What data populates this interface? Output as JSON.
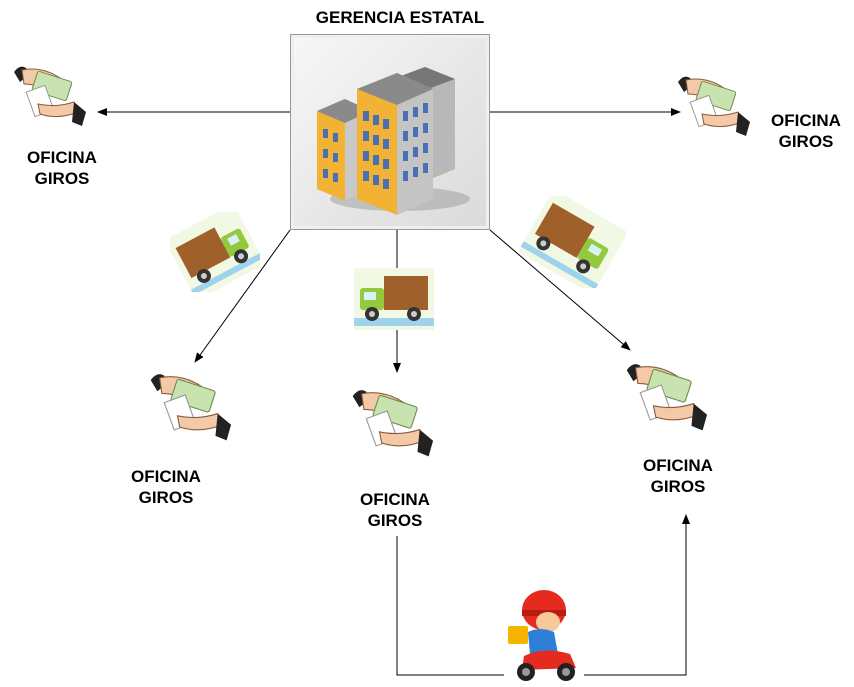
{
  "headquarters": {
    "title": "GERENCIA ESTATAL"
  },
  "offices": [
    {
      "line1": "OFICINA",
      "line2": "GIROS"
    },
    {
      "line1": "OFICINA",
      "line2": "GIROS"
    },
    {
      "line1": "OFICINA",
      "line2": "GIROS"
    },
    {
      "line1": "OFICINA",
      "line2": "GIROS"
    },
    {
      "line1": "OFICINA",
      "line2": "GIROS"
    }
  ],
  "icons": {
    "building": "office-building-icon",
    "handshake": "money-handoff-icon",
    "truck": "delivery-truck-icon",
    "courier": "motorcycle-courier-icon"
  },
  "colors": {
    "building_facade": "#f2b233",
    "building_windows": "#4a6fb5",
    "truck_cargo": "#a0602a",
    "truck_cab": "#93c93d",
    "courier_helmet": "#e52a1f"
  }
}
